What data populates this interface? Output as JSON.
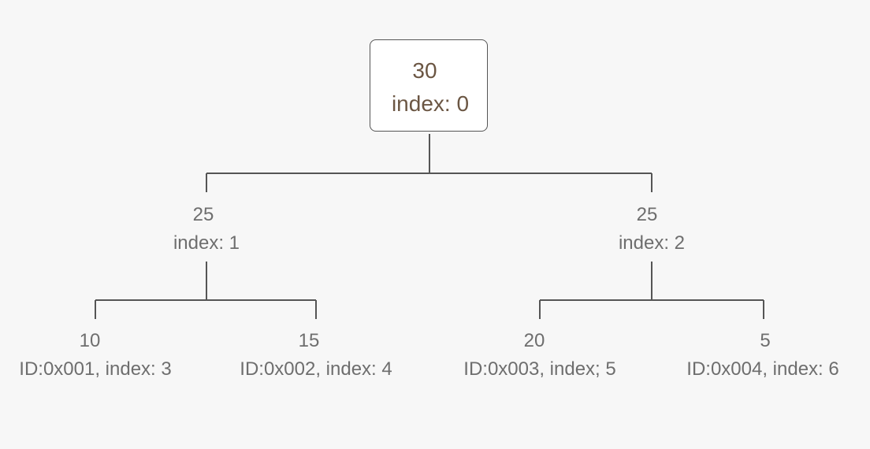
{
  "root": {
    "value": "30",
    "index_label": "index: 0"
  },
  "level1": [
    {
      "value": "25",
      "index_label": "index: 1"
    },
    {
      "value": "25",
      "index_label": "index: 2"
    }
  ],
  "leaves": [
    {
      "value": "10",
      "label": "ID:0x001, index: 3"
    },
    {
      "value": "15",
      "label": "ID:0x002, index: 4"
    },
    {
      "value": "20",
      "label": "ID:0x003, index; 5"
    },
    {
      "value": "5",
      "label": "ID:0x004, index: 6"
    }
  ],
  "colors": {
    "line": "#555555",
    "root_text": "#6b5643",
    "node_text": "#6e6e6e",
    "background": "#f7f7f7"
  }
}
